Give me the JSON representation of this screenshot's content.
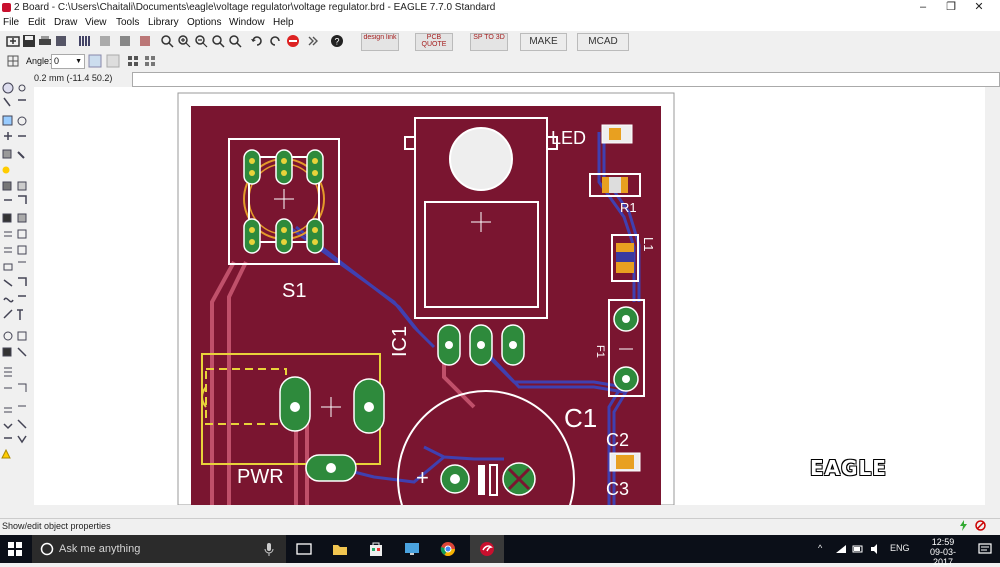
{
  "window": {
    "title": "2 Board - C:\\Users\\Chaitali\\Documents\\eagle\\voltage regulator\\voltage regulator.brd - EAGLE 7.7.0 Standard",
    "controls": [
      "–",
      "❐",
      "✕"
    ]
  },
  "menu": [
    "File",
    "Edit",
    "Draw",
    "View",
    "Tools",
    "Library",
    "Options",
    "Window",
    "Help"
  ],
  "toolbar": {
    "designlink_label": "design link",
    "pcb_quote_label": "PCB QUOTE",
    "sp_to_3d_label": "SP TO 3D",
    "make_label": "MAKE",
    "mcad_label": "MCAD"
  },
  "params": {
    "angle_label": "Angle:",
    "angle_value": "0"
  },
  "command": {
    "coordinate_readout": "0.2 mm (-11.4 50.2)",
    "input_value": ""
  },
  "board": {
    "labels": {
      "led": "LED",
      "r1": "R1",
      "l1": "L1",
      "s1": "S1",
      "ic1": "IC1",
      "f1": "F1",
      "c1": "C1",
      "c2": "C2",
      "c3": "C3",
      "pwr": "PWR",
      "plus": "+"
    },
    "colors": {
      "board": "#7a1530",
      "top_trace": "#c0506a",
      "bottom_trace": "#3a3aa0",
      "pad": "#2e8a3c",
      "silkscreen": "#ffffff",
      "outline": "#e8d33a",
      "courtyard": "#e39a2a"
    }
  },
  "watermark": "EAGLE",
  "status": {
    "text": "Show/edit object properties"
  },
  "taskbar": {
    "search_placeholder": "Ask me anything",
    "language": "ENG",
    "time": "12:59",
    "date": "09-03-2017"
  }
}
